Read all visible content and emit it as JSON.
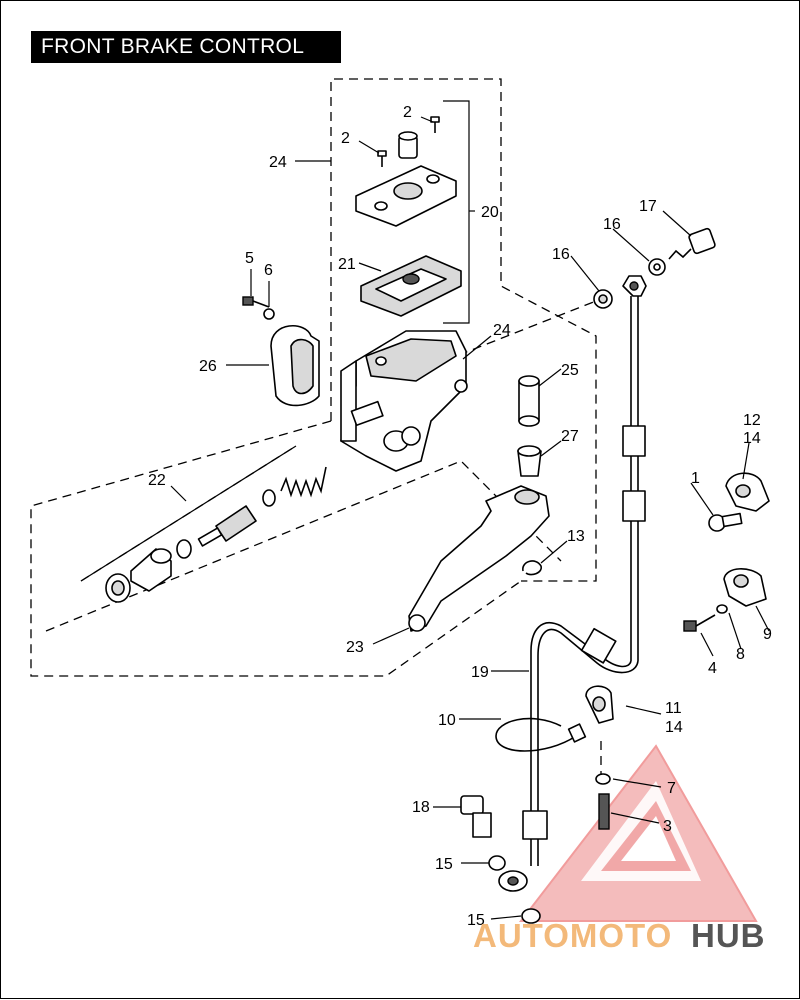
{
  "title": "FRONT BRAKE CONTROL",
  "callouts": {
    "c1": "1",
    "c2a": "2",
    "c2b": "2",
    "c3": "3",
    "c4": "4",
    "c5": "5",
    "c6": "6",
    "c7": "7",
    "c8": "8",
    "c9": "9",
    "c10": "10",
    "c11": "11",
    "c12": "12",
    "c13": "13",
    "c14a": "14",
    "c14b": "14",
    "c15a": "15",
    "c15b": "15",
    "c16a": "16",
    "c16b": "16",
    "c17": "17",
    "c18": "18",
    "c19": "19",
    "c20": "20",
    "c21": "21",
    "c22": "22",
    "c23": "23",
    "c24a": "24",
    "c24b": "24",
    "c25": "25",
    "c26": "26",
    "c27": "27"
  },
  "watermark": {
    "part1": "AUTOMOTO",
    "part2": "HUB",
    "color_main": "#f3a3a3",
    "color_accent": "#ef7b7b",
    "color_dark": "#555555"
  }
}
